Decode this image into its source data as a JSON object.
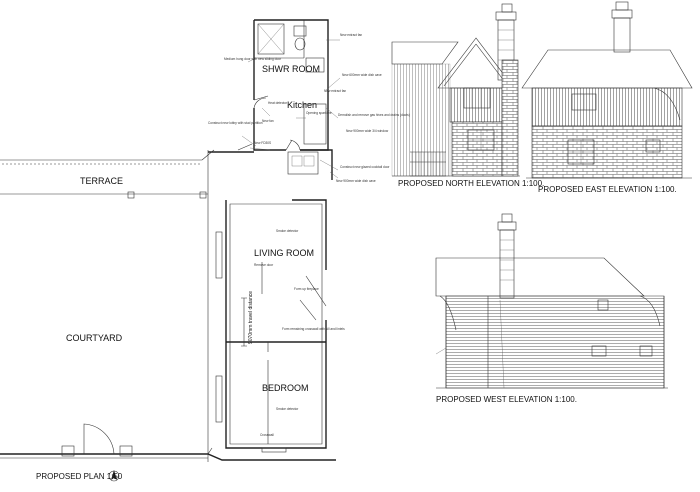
{
  "plan": {
    "rooms": {
      "shower": "SHWR ROOM",
      "kitchen": "Kitchen",
      "terrace": "TERRACE",
      "living": "LIVING ROOM",
      "courtyard": "COURTYARD",
      "bedroom": "BEDROOM"
    },
    "dimension": "9070mm travel distance",
    "title": "PROPOSED  PLAN 1:50",
    "notes": {
      "n1": "Medium hung door with new sliding door",
      "n2": "New extract fan",
      "n3": "New 600mm wide dish cave",
      "n4": "New extract fan",
      "n5": "Heat detector",
      "n6": "Opening sparkline",
      "n7": "New fan",
      "n8": "Construct new lobby with stud partition",
      "n9": "New FD30S",
      "n10": "Demolish and remove gas hives and drains (ducts)",
      "n11": "New 900mm wide 3/4 window",
      "n12": "Construct new glazed cocktail door",
      "n13": "New 900mm wide dish cave",
      "n14": "Smoke detector",
      "n15": "Remove door",
      "n16": "Form up fireplace",
      "n17": "Form remaining crosswall with sill and lintels",
      "n18": "Smoke detector",
      "n19": "Crosswall"
    }
  },
  "elevations": {
    "north": "PROPOSED NORTH ELEVATION 1:100.",
    "east": "PROPOSED EAST ELEVATION 1:100.",
    "west": "PROPOSED WEST ELEVATION 1:100."
  }
}
